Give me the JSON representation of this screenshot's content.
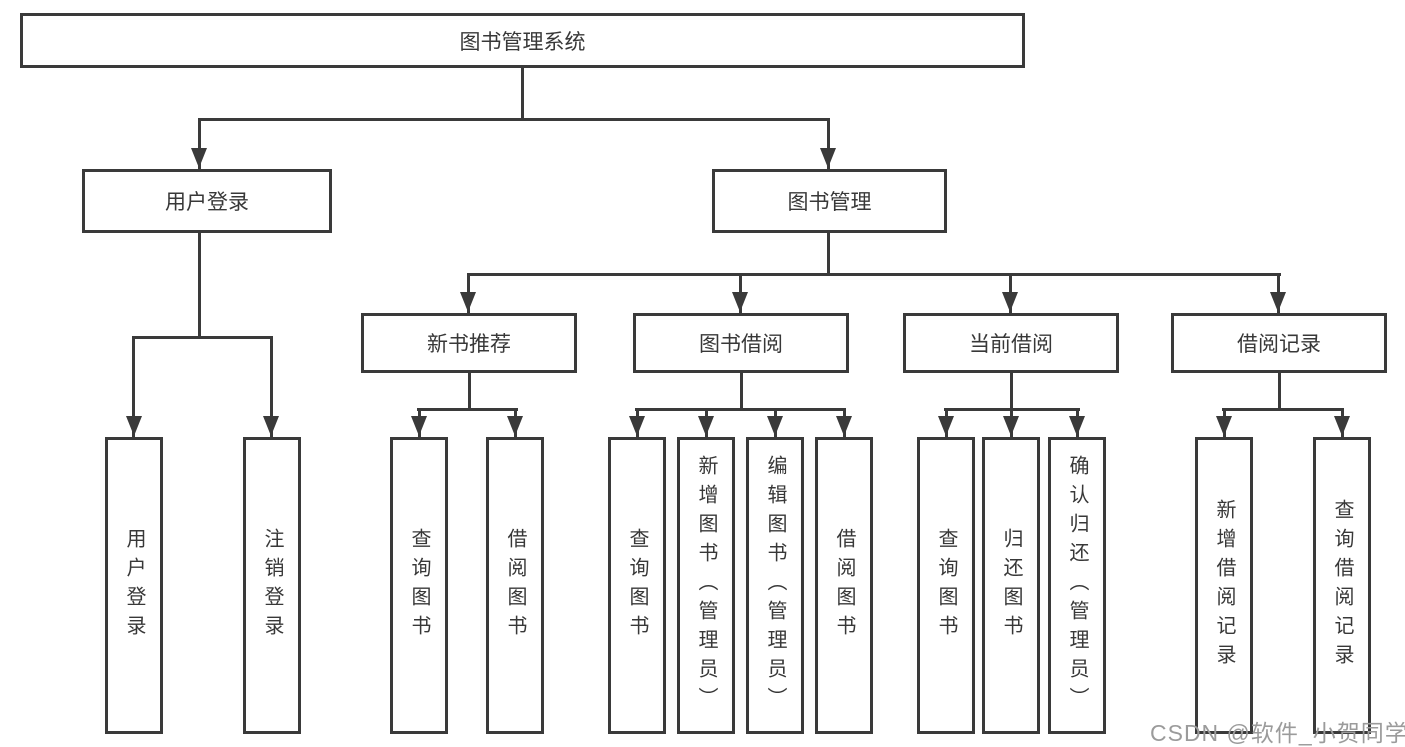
{
  "diagram": {
    "root": {
      "label": "图书管理系统"
    },
    "branches": [
      {
        "label": "用户登录",
        "children": [
          {
            "label": "用户登录"
          },
          {
            "label": "注销登录"
          }
        ]
      },
      {
        "label": "图书管理",
        "children": [
          {
            "label": "新书推荐",
            "children": [
              {
                "label": "查询图书"
              },
              {
                "label": "借阅图书"
              }
            ]
          },
          {
            "label": "图书借阅",
            "children": [
              {
                "label": "查询图书"
              },
              {
                "label": "新增图书（管理员）"
              },
              {
                "label": "编辑图书（管理员）"
              },
              {
                "label": "借阅图书"
              }
            ]
          },
          {
            "label": "当前借阅",
            "children": [
              {
                "label": "查询图书"
              },
              {
                "label": "归还图书"
              },
              {
                "label": "确认归还（管理员）"
              }
            ]
          },
          {
            "label": "借阅记录",
            "children": [
              {
                "label": "新增借阅记录"
              },
              {
                "label": "查询借阅记录"
              }
            ]
          }
        ]
      }
    ]
  },
  "watermark": {
    "text": "CSDN @软件_小贺同学"
  },
  "colors": {
    "line": "#3a3a3a",
    "text": "#383838",
    "watermark": "#9b9b9b",
    "background": "#ffffff"
  }
}
